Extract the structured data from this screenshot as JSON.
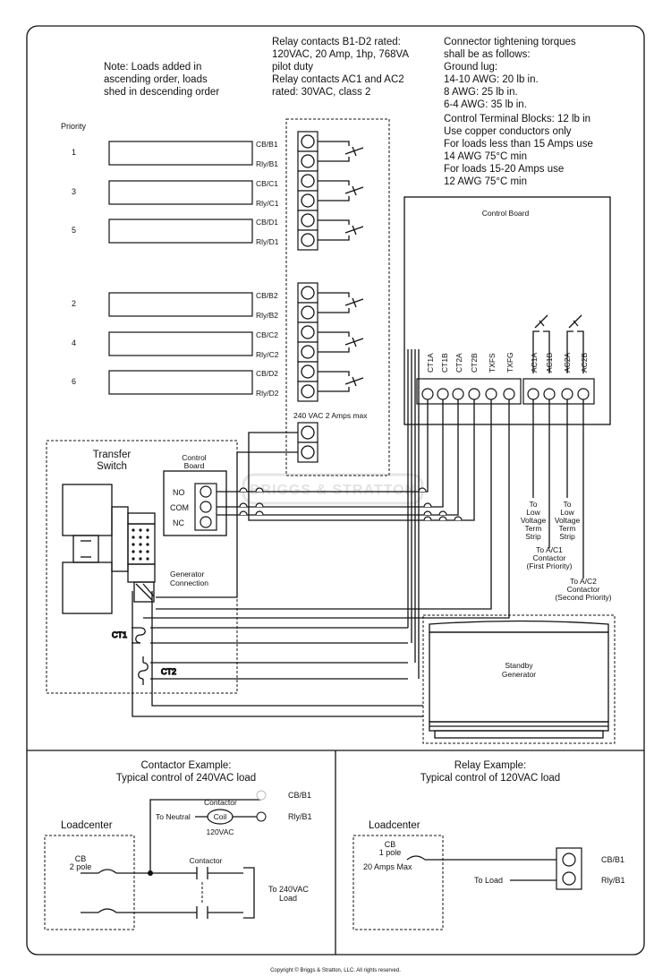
{
  "notes": {
    "load_order": [
      "Note: Loads added in",
      "ascending order, loads",
      "shed in descending order"
    ],
    "relay_ratings": [
      "Relay contacts B1-D2 rated:",
      "120VAC,  20 Amp, 1hp, 768VA",
      "pilot duty",
      "Relay contacts AC1 and AC2",
      "rated: 30VAC, class 2"
    ],
    "torques": [
      "Connector tightening torques",
      "shall be as follows:",
      "Ground lug:",
      "14-10 AWG:    20 lb in.",
      "8 AWG:        25 lb in.",
      "6-4 AWG:      35 lb in.",
      "Control Terminal Blocks: 12 lb in",
      "Use copper conductors only",
      "For loads less than 15 Amps use",
      "14 AWG 75°C min",
      "For loads 15-20 Amps use",
      "12 AWG 75°C min"
    ]
  },
  "priority_header": "Priority",
  "priority_numbers": [
    "1",
    "3",
    "5",
    "2",
    "4",
    "6"
  ],
  "terminal_labels": [
    "CB/B1",
    "Rly/B1",
    "CB/C1",
    "Rly/C1",
    "CB/D1",
    "Rly/D1",
    "CB/B2",
    "Rly/B2",
    "CB/C2",
    "Rly/C2",
    "CB/D2",
    "Rly/D2"
  ],
  "power_label": "240 VAC 2 Amps max",
  "control_board": {
    "title": "Control Board",
    "terminals": [
      "CT1A",
      "CT1B",
      "CT2A",
      "CT2B",
      "TXFS",
      "TXFG",
      "AC1A",
      "AC1B",
      "AC2A",
      "AC2B"
    ]
  },
  "transfer_switch": {
    "title": [
      "Transfer",
      "Switch"
    ],
    "board": [
      "Control",
      "Board"
    ],
    "contacts": [
      "NO",
      "COM",
      "NC"
    ],
    "generator_connection": [
      "Generator",
      "Connection"
    ]
  },
  "ct_labels": [
    "CT1",
    "CT2"
  ],
  "routing_notes": {
    "ac1_low_voltage": [
      "To",
      "Low",
      "Voltage",
      "Term",
      "Strip"
    ],
    "ac2_low_voltage": [
      "To",
      "Low",
      "Voltage",
      "Term",
      "Strip"
    ],
    "ac1_contactor": [
      "To A/C1",
      "Contactor",
      "(First Priority)"
    ],
    "ac2_contactor": [
      "To A/C2",
      "Contactor",
      "(Second Priority)"
    ]
  },
  "generator_label": [
    "Standby",
    "Generator"
  ],
  "watermark": "BRIGGS & STRATTON",
  "contactor_example": {
    "title": [
      "Contactor Example:",
      "Typical control of 240VAC load"
    ],
    "loadcenter": "Loadcenter",
    "cb": [
      "CB",
      "2 pole"
    ],
    "contactor_top": "Contactor",
    "to_neutral": "To Neutral",
    "coil": "Coil",
    "coil_voltage": "120VAC",
    "contactor_label": "Contactor",
    "cb_b1": "CB/B1",
    "rly_b1": "Rly/B1",
    "to_load": [
      "To 240VAC",
      "Load"
    ]
  },
  "relay_example": {
    "title": [
      "Relay Example:",
      "Typical control of 120VAC load"
    ],
    "loadcenter": "Loadcenter",
    "cb": [
      "CB",
      "1 pole"
    ],
    "rating": "20 Amps Max",
    "to_load": "To Load",
    "cb_b1": "CB/B1",
    "rly_b1": "Rly/B1"
  },
  "copyright": "Copyright © Briggs & Stratton, LLC. All rights reserved."
}
